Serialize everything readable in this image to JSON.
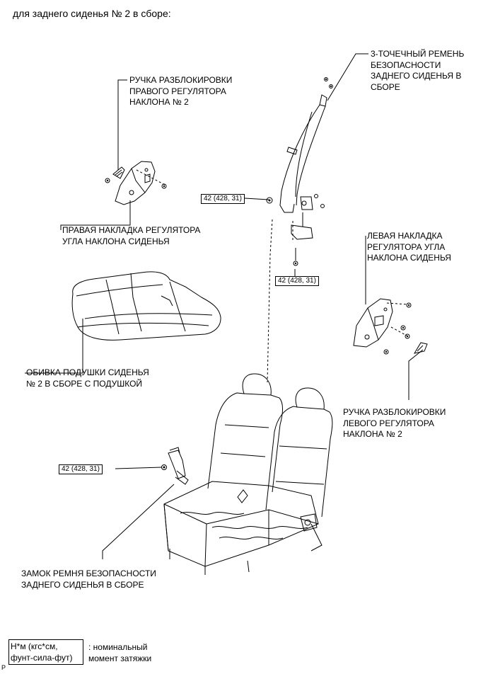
{
  "title": "для заднего сиденья № 2 в сборе:",
  "labels": {
    "right_handle": "РУЧКА РАЗБЛОКИРОВКИ\nПРАВОГО РЕГУЛЯТОРА\nНАКЛОНА № 2",
    "right_cover": "ПРАВАЯ НАКЛАДКА РЕГУЛЯТОРА\nУГЛА НАКЛОНА СИДЕНЬЯ",
    "seat_belt": "3-ТОЧЕЧНЫЙ РЕМЕНЬ\nБЕЗОПАСНОСТИ\nЗАДНЕГО СИДЕНЬЯ В\nСБОРЕ",
    "left_cover": "ЛЕВАЯ НАКЛАДКА\nРЕГУЛЯТОРА УГЛА\nНАКЛОНА СИДЕНЬЯ",
    "cushion": "ОБИВКА ПОДУШКИ СИДЕНЬЯ\n№ 2 В СБОРЕ С ПОДУШКОЙ",
    "left_handle": "РУЧКА РАЗБЛОКИРОВКИ\nЛЕВОГО РЕГУЛЯТОРА\nНАКЛОНА № 2",
    "buckle": "ЗАМОК РЕМНЯ БЕЗОПАСНОСТИ\nЗАДНЕГО СИДЕНЬЯ В СБОРЕ"
  },
  "torques": {
    "belt_upper": "42 (428, 31)",
    "belt_lower": "42 (428, 31)",
    "buckle": "42 (428, 31)"
  },
  "legend": {
    "box": "Н*м (кгс*см,\nфунт-сила-фут)",
    "text": ": номинальный\nмомент затяжки"
  },
  "footer_mark": "P"
}
